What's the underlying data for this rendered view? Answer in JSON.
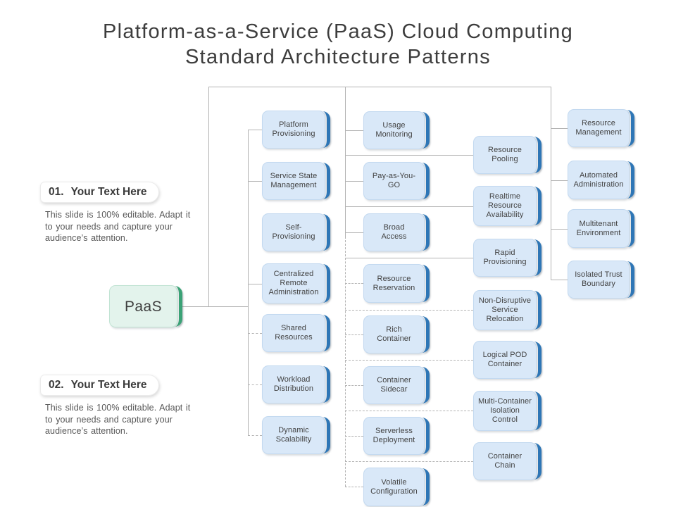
{
  "title": {
    "line1": "Platform-as-a-Service (PaaS) Cloud Computing",
    "line2": "Standard Architecture Patterns"
  },
  "notes": [
    {
      "number": "01.",
      "heading": "Your Text Here",
      "body": "This slide is 100% editable. Adapt it to your needs and capture your audience’s attention."
    },
    {
      "number": "02.",
      "heading": "Your Text Here",
      "body": "This slide is 100% editable. Adapt it to your needs and capture your audience’s attention."
    }
  ],
  "root": {
    "label": "PaaS"
  },
  "columns": [
    {
      "boxes": [
        {
          "label": "Platform\nProvisioning"
        },
        {
          "label": "Service State\nManagement"
        },
        {
          "label": "Self-\nProvisioning"
        },
        {
          "label": "Centralized\nRemote\nAdministration"
        },
        {
          "label": "Shared\nResources"
        },
        {
          "label": "Workload\nDistribution"
        },
        {
          "label": "Dynamic\nScalability"
        }
      ]
    },
    {
      "boxes": [
        {
          "label": "Usage\nMonitoring"
        },
        {
          "label": "Pay-as-You-\nGO"
        },
        {
          "label": "Broad\nAccess"
        },
        {
          "label": "Resource\nReservation"
        },
        {
          "label": "Rich\nContainer"
        },
        {
          "label": "Container\nSidecar"
        },
        {
          "label": "Serverless\nDeployment"
        },
        {
          "label": "Volatile\nConfiguration"
        }
      ]
    },
    {
      "boxes": [
        {
          "label": "Resource\nPooling"
        },
        {
          "label": "Realtime\nResource\nAvailability"
        },
        {
          "label": "Rapid\nProvisioning"
        },
        {
          "label": "Non-Disruptive\nService\nRelocation"
        },
        {
          "label": "Logical POD\nContainer"
        },
        {
          "label": "Multi-Container\nIsolation\nControl"
        },
        {
          "label": "Container\nChain"
        }
      ]
    },
    {
      "boxes": [
        {
          "label": "Resource\nManagement"
        },
        {
          "label": "Automated\nAdministration"
        },
        {
          "label": "Multitenant\nEnvironment"
        },
        {
          "label": "Isolated Trust\nBoundary"
        }
      ]
    }
  ],
  "colors": {
    "box_fill": "#d9e8f8",
    "box_border": "#c3d9f0",
    "box_accent": "#2e76b6",
    "root_fill": "#e3f3ec",
    "root_border": "#c2e4d4",
    "root_accent": "#3ba276",
    "connector": "#b3b3b3",
    "title_color": "#3d3d3d",
    "text_color": "#424242",
    "note_text": "#575757"
  }
}
